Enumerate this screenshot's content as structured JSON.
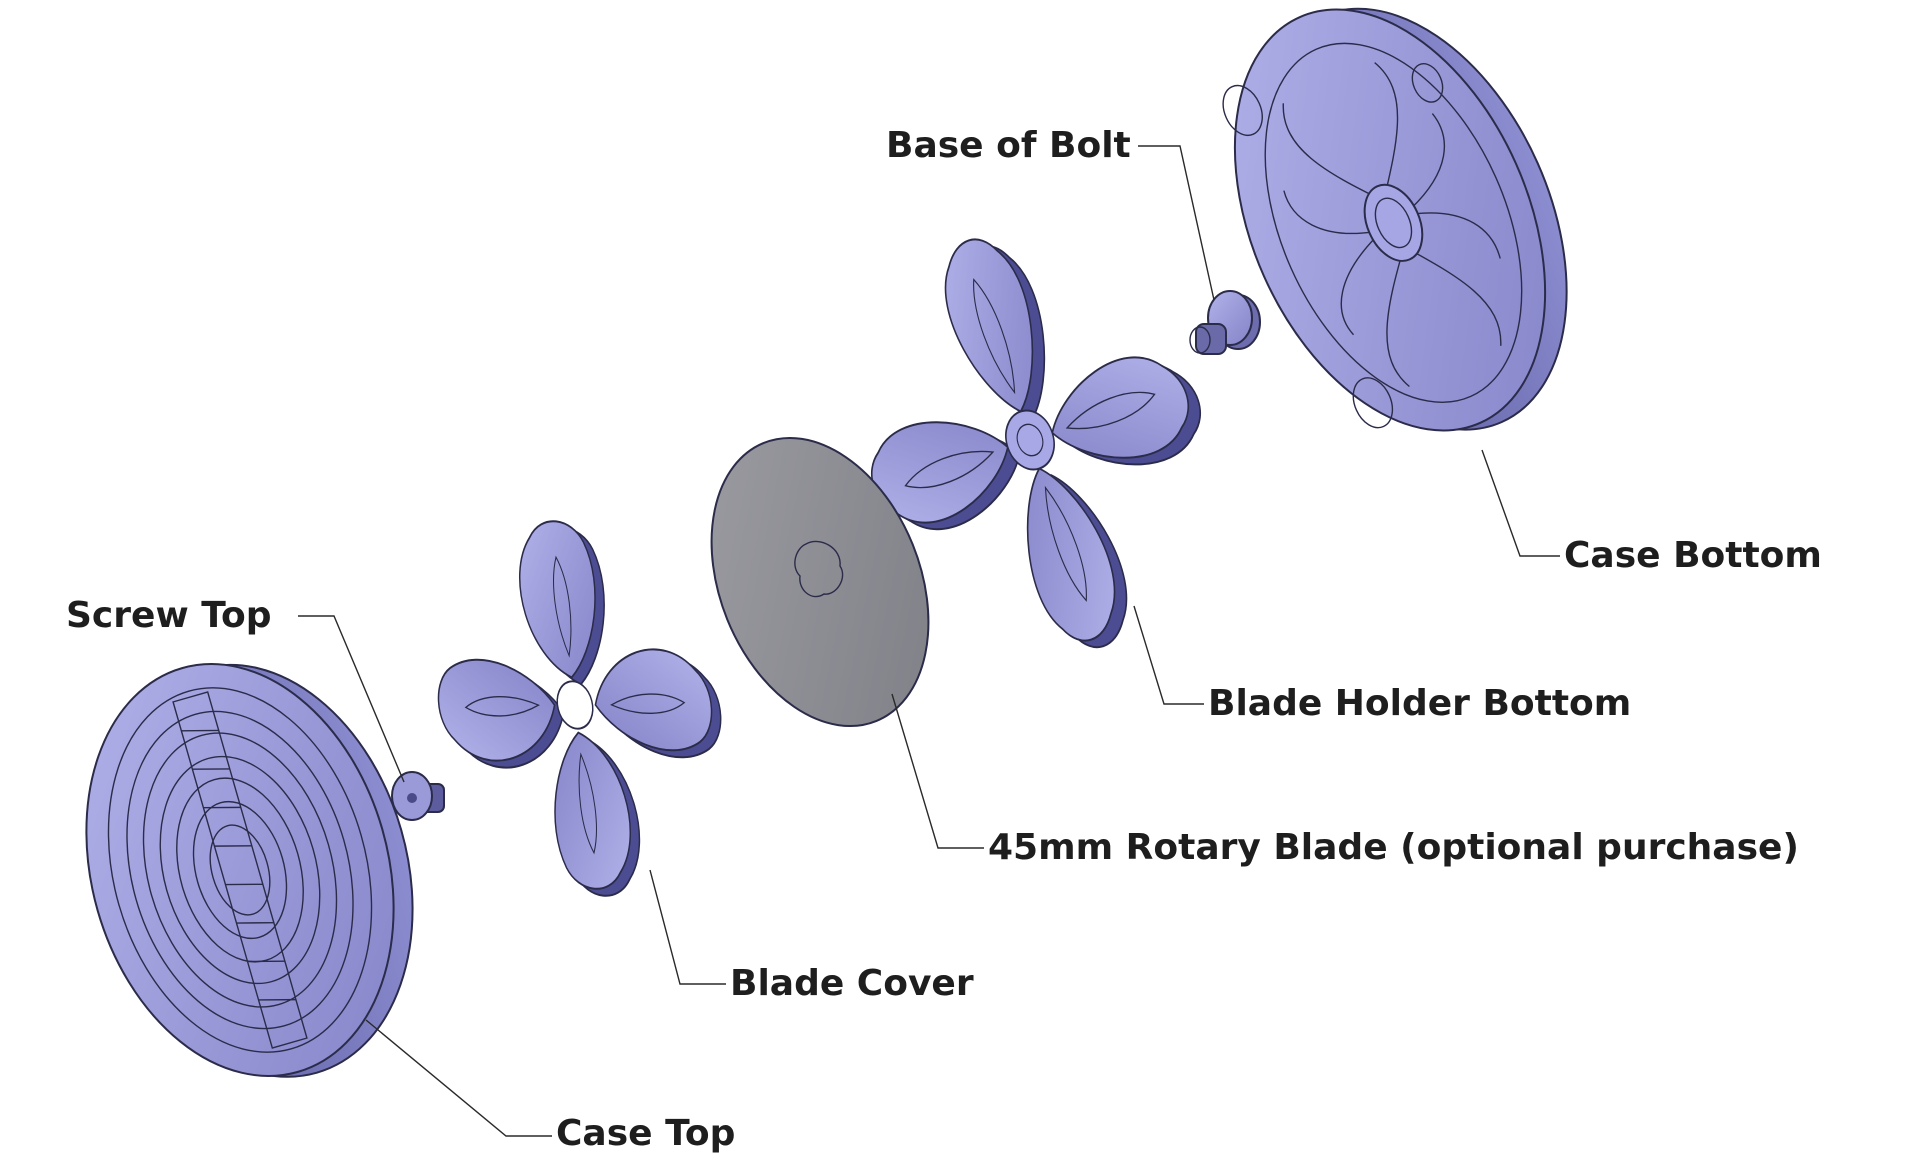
{
  "diagram": {
    "type": "exploded-assembly",
    "colors": {
      "part_fill": "#9a9ad6",
      "part_shade": "#7070b6",
      "part_dark": "#3d3d7c",
      "blade_fill": "#8e8e92",
      "outline": "#2b2b4a",
      "leader_line": "#2a2a2a",
      "label_text": "#1e1e1e",
      "background": "#ffffff"
    },
    "labels": {
      "base_of_bolt": "Base of Bolt",
      "case_bottom": "Case Bottom",
      "blade_holder_bottom": "Blade Holder Bottom",
      "rotary_blade": "45mm Rotary Blade (optional purchase)",
      "screw_top": "Screw Top",
      "blade_cover": "Blade Cover",
      "case_top": "Case Top"
    }
  }
}
